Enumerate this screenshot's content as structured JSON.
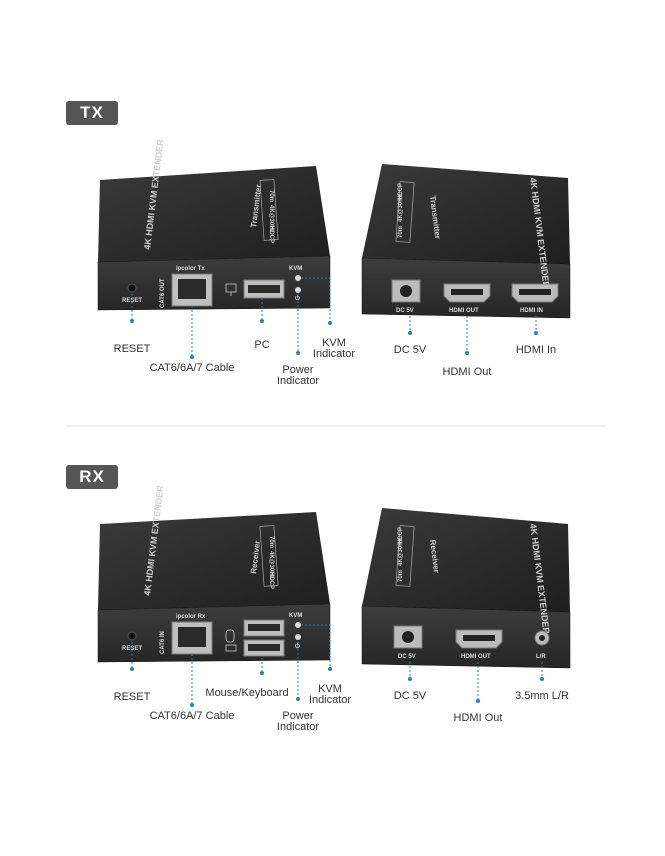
{
  "sections": [
    {
      "badge": "TX",
      "front": {
        "top_title": "4K HDMI KVM EXTENDER",
        "top_role": "Transmitter",
        "top_boxes": [
          "70m",
          "4K@30Hz",
          "HDCP"
        ],
        "panel": {
          "reset": "RESET",
          "port_side": "CAT6 OUT",
          "port_top": "ipcolor Tx",
          "kvm": "KVM"
        },
        "callouts": [
          "RESET",
          "CAT6/6A/7 Cable",
          "PC",
          "Power Indicator",
          "KVM Indicator"
        ]
      },
      "back": {
        "top_title": "4K HDMI KVM EXTENDER",
        "top_role": "Transmitter",
        "top_boxes": [
          "70m",
          "4K@30Hz",
          "HDCP"
        ],
        "panel": [
          "DC 5V",
          "HDMI OUT",
          "HDMI IN"
        ],
        "callouts": [
          "DC 5V",
          "HDMI Out",
          "HDMI In"
        ]
      }
    },
    {
      "badge": "RX",
      "front": {
        "top_title": "4K HDMI KVM EXTENDER",
        "top_role": "Receiver",
        "top_boxes": [
          "70m",
          "4K@30Hz",
          "HDCP"
        ],
        "panel": {
          "reset": "RESET",
          "port_side": "CAT6 IN",
          "port_top": "ipcolor Rx",
          "kvm": "KVM"
        },
        "callouts": [
          "RESET",
          "CAT6/6A/7 Cable",
          "Mouse/Keyboard",
          "Power Indicator",
          "KVM Indicator"
        ]
      },
      "back": {
        "top_title": "4K HDMI KVM EXTENDER",
        "top_role": "Receiver",
        "top_boxes": [
          "70m",
          "4K@30Hz",
          "HDCP"
        ],
        "panel": [
          "DC 5V",
          "HDMI OUT",
          "L/R"
        ],
        "callouts": [
          "DC 5V",
          "HDMI Out",
          "3.5mm L/R"
        ]
      }
    }
  ],
  "colors": {
    "device": "#2b2b2b",
    "panel": "#3a3a3a",
    "callout_line": "#2d7fc0",
    "badge": "#555555"
  }
}
